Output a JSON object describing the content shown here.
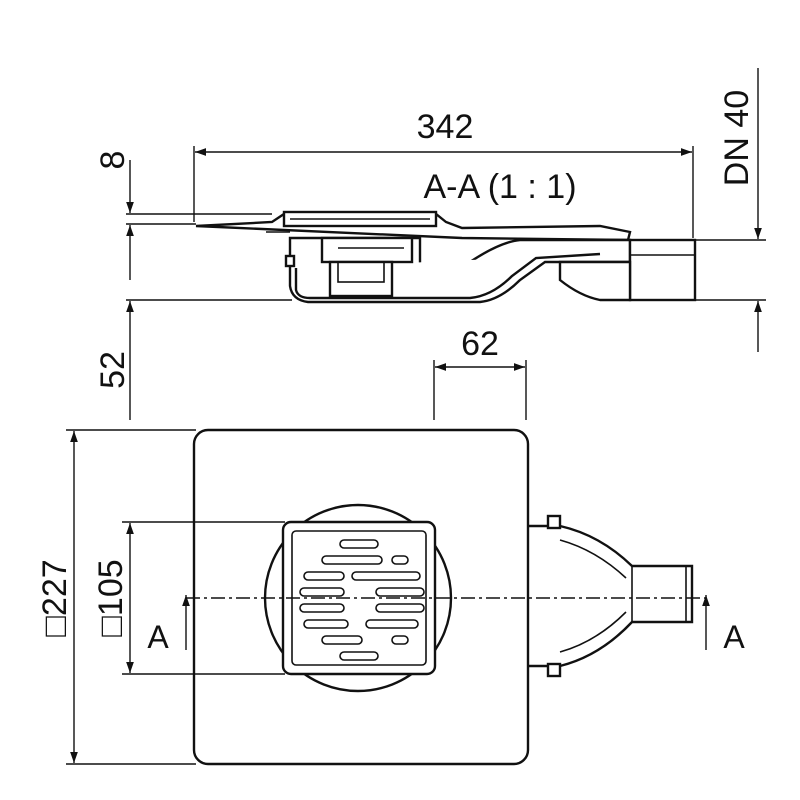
{
  "drawing": {
    "section_title": "A-A (1 : 1)",
    "dimensions": {
      "overall_length": "342",
      "flange_thickness": "8",
      "body_height": "52",
      "outlet": "DN 40",
      "outlet_offset": "62",
      "outer_square": "□227",
      "grate_square": "□105"
    },
    "section_marks": {
      "left": "A",
      "right": "A"
    }
  }
}
